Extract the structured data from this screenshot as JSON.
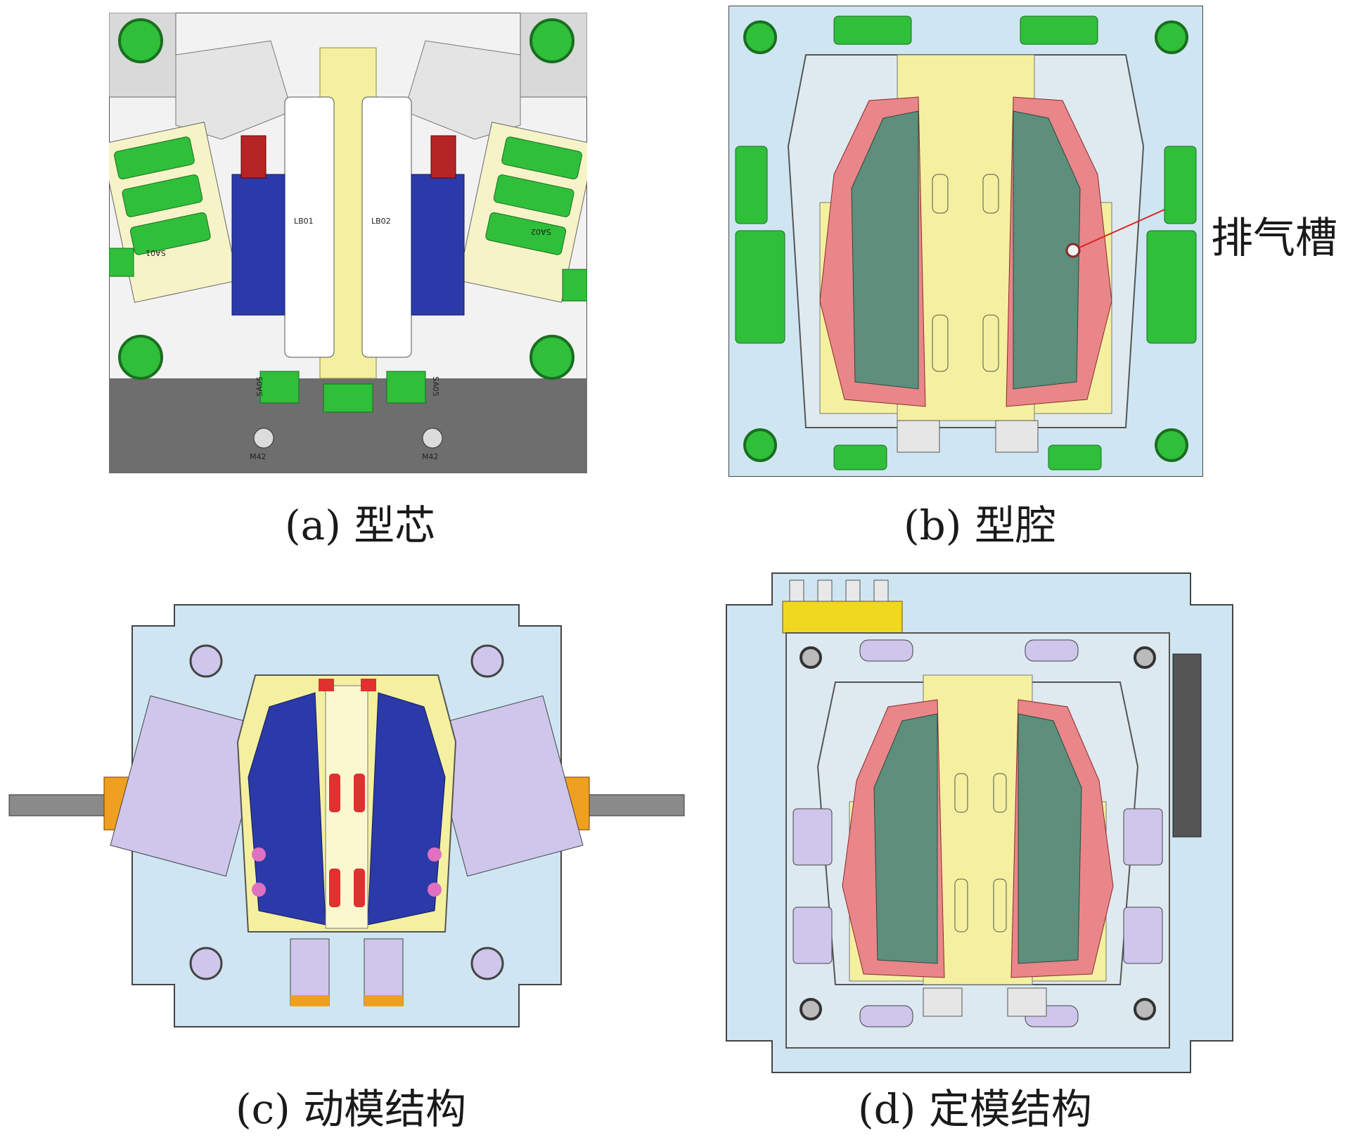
{
  "figure": {
    "panel_a": {
      "caption": "(a) 型芯",
      "labels": [
        "LB01",
        "LB02",
        "SA01",
        "SA02",
        "SA05",
        "SA05",
        "M42",
        "M42"
      ]
    },
    "panel_b": {
      "caption": "(b) 型腔",
      "callout": "排气槽"
    },
    "panel_c": {
      "caption": "(c) 动模结构"
    },
    "panel_d": {
      "caption": "(d) 定模结构"
    }
  },
  "colors": {
    "plate_blue": "#cfe6f2",
    "insert_green": "#2fbf3a",
    "cavity_yellow": "#f4f0a0",
    "slide_pink": "#e8868a",
    "surface_teal": "#5d8f7c",
    "slider_blue": "#2b3aa8",
    "base_gray": "#6e6e6e",
    "callout_red": "#e02020"
  }
}
